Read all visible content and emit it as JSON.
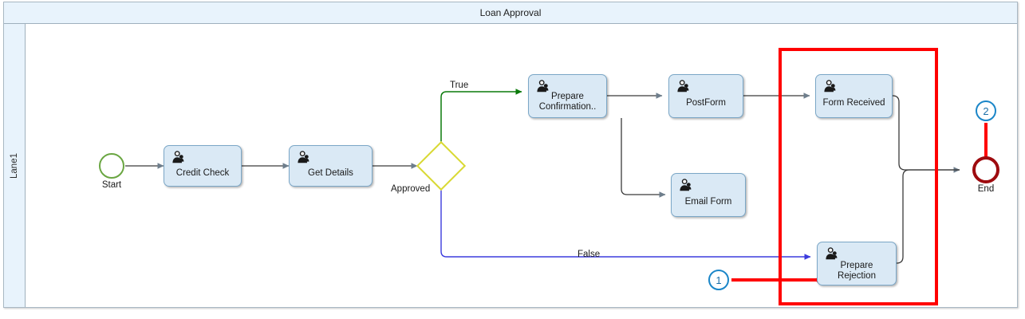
{
  "pool": {
    "title": "Loan Approval",
    "lane_label": "Lane1"
  },
  "events": {
    "start": {
      "label": "Start",
      "icon": "start-event-icon",
      "color": "#6aa642"
    },
    "end": {
      "label": "End",
      "icon": "end-event-icon",
      "color": "#9e0b0f"
    }
  },
  "gateway": {
    "label": "Approved",
    "icon": "exclusive-gateway-icon",
    "color": "#d9d933"
  },
  "tasks": [
    {
      "id": "credit-check",
      "label": "Credit Check",
      "icon": "user-task-icon"
    },
    {
      "id": "get-details",
      "label": "Get Details",
      "icon": "user-task-icon"
    },
    {
      "id": "prepare-confirmation",
      "label": "Prepare\nConfirmation..",
      "icon": "user-task-icon"
    },
    {
      "id": "post-form",
      "label": "PostForm",
      "icon": "user-task-icon"
    },
    {
      "id": "email-form",
      "label": "Email Form",
      "icon": "user-task-icon"
    },
    {
      "id": "form-received",
      "label": "Form Received",
      "icon": "user-task-icon"
    },
    {
      "id": "prepare-rejection",
      "label": "Prepare Rejection",
      "icon": "user-task-icon"
    }
  ],
  "flows": [
    {
      "id": "true-branch",
      "label": "True",
      "color": "#0a7a0a"
    },
    {
      "id": "false-branch",
      "label": "False",
      "color": "#3b3bdd"
    }
  ],
  "callouts": [
    {
      "id": "callout-1",
      "label": "1",
      "target": "prepare-rejection"
    },
    {
      "id": "callout-2",
      "label": "2",
      "target": "end-event"
    }
  ],
  "highlight": {
    "id": "red-highlight-box",
    "color": "#ff0000"
  },
  "colors": {
    "task_fill": "#dae9f5",
    "task_stroke": "#7ba7c7",
    "lane_fill": "#e8f3fc",
    "connector": "#3a3a3a",
    "annotation": "#ff0000",
    "callout": "#1b86c8"
  }
}
